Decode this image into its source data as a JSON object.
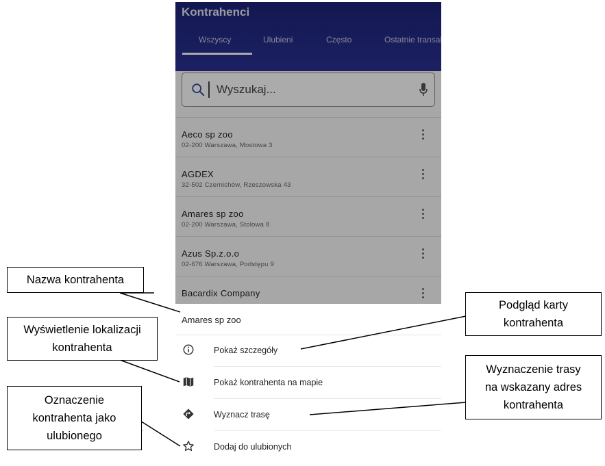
{
  "app": {
    "title": "Kontrahenci",
    "tabs": [
      "Wszyscy",
      "Ulubieni",
      "Często",
      "Ostatnie transakcje"
    ]
  },
  "search": {
    "placeholder": "Wyszukaj..."
  },
  "contractors": [
    {
      "name": "Aeco sp zoo",
      "address": "02-200 Warszawa, Mostowa 3"
    },
    {
      "name": "AGDEX",
      "address": "32-502 Czernichów, Rzeszowska 43"
    },
    {
      "name": "Amares sp zoo",
      "address": "02-200 Warszawa, Stolowa 8"
    },
    {
      "name": "Azus Sp.z.o.o",
      "address": "02-676 Warszawa, Podstępu 9"
    },
    {
      "name": "Bacardix Company",
      "address": ""
    }
  ],
  "sheet": {
    "title": "Amares sp zoo",
    "items": [
      {
        "label": "Pokaż szczegóły",
        "icon": "info-icon"
      },
      {
        "label": "Pokaż kontrahenta na mapie",
        "icon": "map-icon"
      },
      {
        "label": "Wyznacz trasę",
        "icon": "directions-icon"
      },
      {
        "label": "Dodaj do ulubionych",
        "icon": "star-outline-icon"
      }
    ]
  },
  "callouts": {
    "name": [
      "Nazwa kontrahenta"
    ],
    "location": [
      "Wyświetlenie lokalizacji",
      "kontrahenta"
    ],
    "favorite": [
      "Oznaczenie",
      "kontrahenta jako",
      "ulubionego"
    ],
    "preview": [
      "Podgląd karty",
      "kontrahenta"
    ],
    "route": [
      "Wyznaczenie trasy",
      "na wskazany adres",
      "kontrahenta"
    ]
  },
  "colors": {
    "appbar": "#232a86",
    "tab_indicator": "#ffffff",
    "scrim": "rgba(0,0,0,0.33)"
  }
}
